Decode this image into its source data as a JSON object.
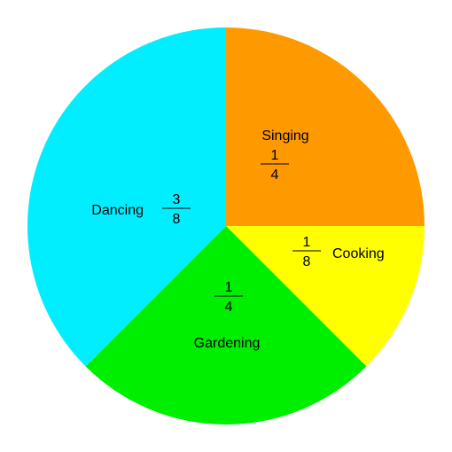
{
  "chart_data": {
    "type": "pie",
    "title": "",
    "start_angle_deg": 0,
    "direction": "clockwise",
    "slices": [
      {
        "label": "Singing",
        "numerator": "1",
        "denominator": "4",
        "value": 0.25,
        "color": "#ff9900"
      },
      {
        "label": "Cooking",
        "numerator": "1",
        "denominator": "8",
        "value": 0.125,
        "color": "#ffff00"
      },
      {
        "label": "Gardening",
        "numerator": "1",
        "denominator": "4",
        "value": 0.25,
        "color": "#00ee00"
      },
      {
        "label": "Dancing",
        "numerator": "3",
        "denominator": "8",
        "value": 0.375,
        "color": "#00eeff"
      }
    ]
  }
}
